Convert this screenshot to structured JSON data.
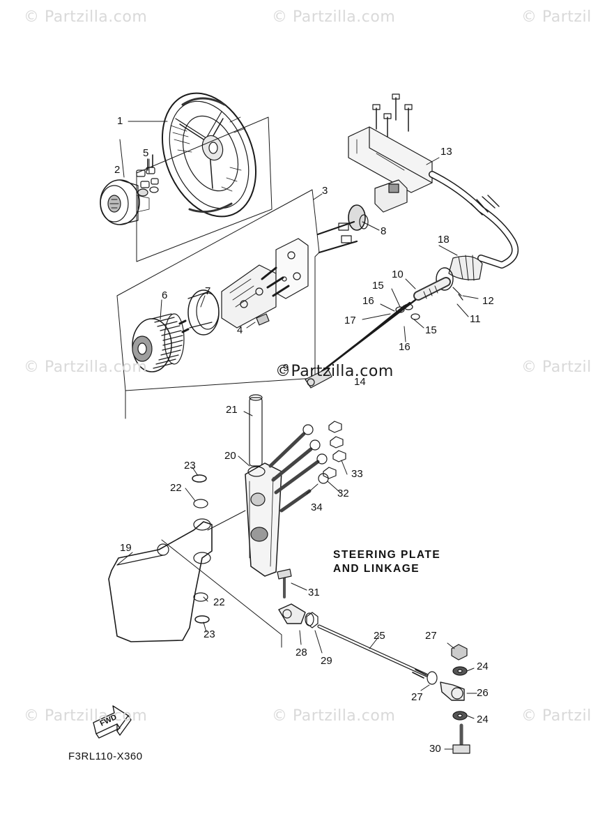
{
  "watermark": {
    "text": "© Partzilla.com",
    "center_text": "©Partzilla.com"
  },
  "heading": {
    "line1": "STEERING PLATE",
    "line2": "AND LINKAGE"
  },
  "diagram_code": "F3RL110-X360",
  "fwd_label": "FWD",
  "callouts": [
    {
      "id": "c1",
      "text": "1"
    },
    {
      "id": "c2",
      "text": "2"
    },
    {
      "id": "c3",
      "text": "3"
    },
    {
      "id": "c4",
      "text": "4"
    },
    {
      "id": "c5",
      "text": "5"
    },
    {
      "id": "c6",
      "text": "6"
    },
    {
      "id": "c7",
      "text": "7"
    },
    {
      "id": "c8",
      "text": "8"
    },
    {
      "id": "c9",
      "text": "9"
    },
    {
      "id": "c10",
      "text": "10"
    },
    {
      "id": "c11",
      "text": "11"
    },
    {
      "id": "c12",
      "text": "12"
    },
    {
      "id": "c13",
      "text": "13"
    },
    {
      "id": "c14",
      "text": "14"
    },
    {
      "id": "c15a",
      "text": "15"
    },
    {
      "id": "c15b",
      "text": "15"
    },
    {
      "id": "c16a",
      "text": "16"
    },
    {
      "id": "c16b",
      "text": "16"
    },
    {
      "id": "c17",
      "text": "17"
    },
    {
      "id": "c18",
      "text": "18"
    },
    {
      "id": "c19",
      "text": "19"
    },
    {
      "id": "c20",
      "text": "20"
    },
    {
      "id": "c21",
      "text": "21"
    },
    {
      "id": "c22a",
      "text": "22"
    },
    {
      "id": "c22b",
      "text": "22"
    },
    {
      "id": "c23a",
      "text": "23"
    },
    {
      "id": "c23b",
      "text": "23"
    },
    {
      "id": "c24a",
      "text": "24"
    },
    {
      "id": "c24b",
      "text": "24"
    },
    {
      "id": "c25",
      "text": "25"
    },
    {
      "id": "c26",
      "text": "26"
    },
    {
      "id": "c27a",
      "text": "27"
    },
    {
      "id": "c27b",
      "text": "27"
    },
    {
      "id": "c28",
      "text": "28"
    },
    {
      "id": "c29",
      "text": "29"
    },
    {
      "id": "c30",
      "text": "30"
    },
    {
      "id": "c31",
      "text": "31"
    },
    {
      "id": "c32",
      "text": "32"
    },
    {
      "id": "c33",
      "text": "33"
    },
    {
      "id": "c34",
      "text": "34"
    }
  ]
}
